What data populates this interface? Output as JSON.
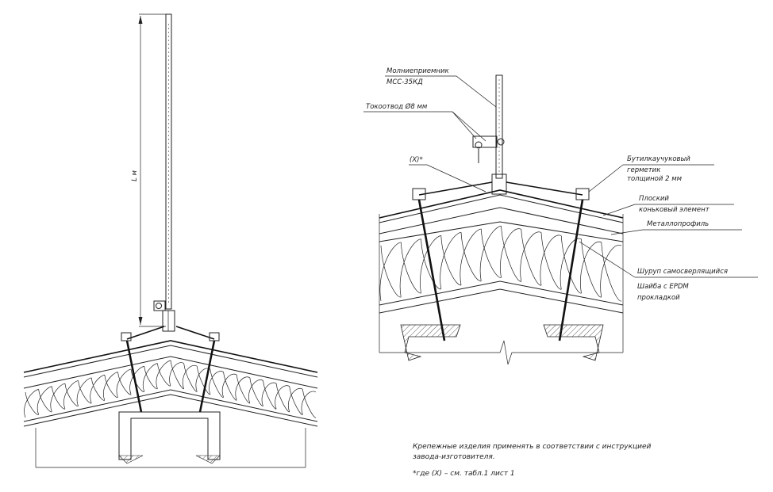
{
  "left_view": {
    "dimension_label": "L м"
  },
  "right_view": {
    "labels": {
      "lightning_receiver_line1": "Молниеприемник",
      "lightning_receiver_line2": "МСС-35КД",
      "down_conductor": "Токоотвод Ø8 мм",
      "x_marker": "(X)*",
      "sealant_line1": "Бутилкаучуковый",
      "sealant_line2": "герметик",
      "sealant_line3": "толщиной 2 мм",
      "ridge_line1": "Плоский",
      "ridge_line2": "коньковый элемент",
      "metal_profile": "Металлопрофиль",
      "screw": "Шуруп самосверлящийся",
      "washer_line1": "Шайба с EPDM",
      "washer_line2": "прокладкой"
    }
  },
  "notes": {
    "line1": "Крепежные изделия применять в соответствии с инструкцией",
    "line2": "завода-изготовителя.",
    "line3": "*где (X) – см. табл.1 лист 1"
  }
}
